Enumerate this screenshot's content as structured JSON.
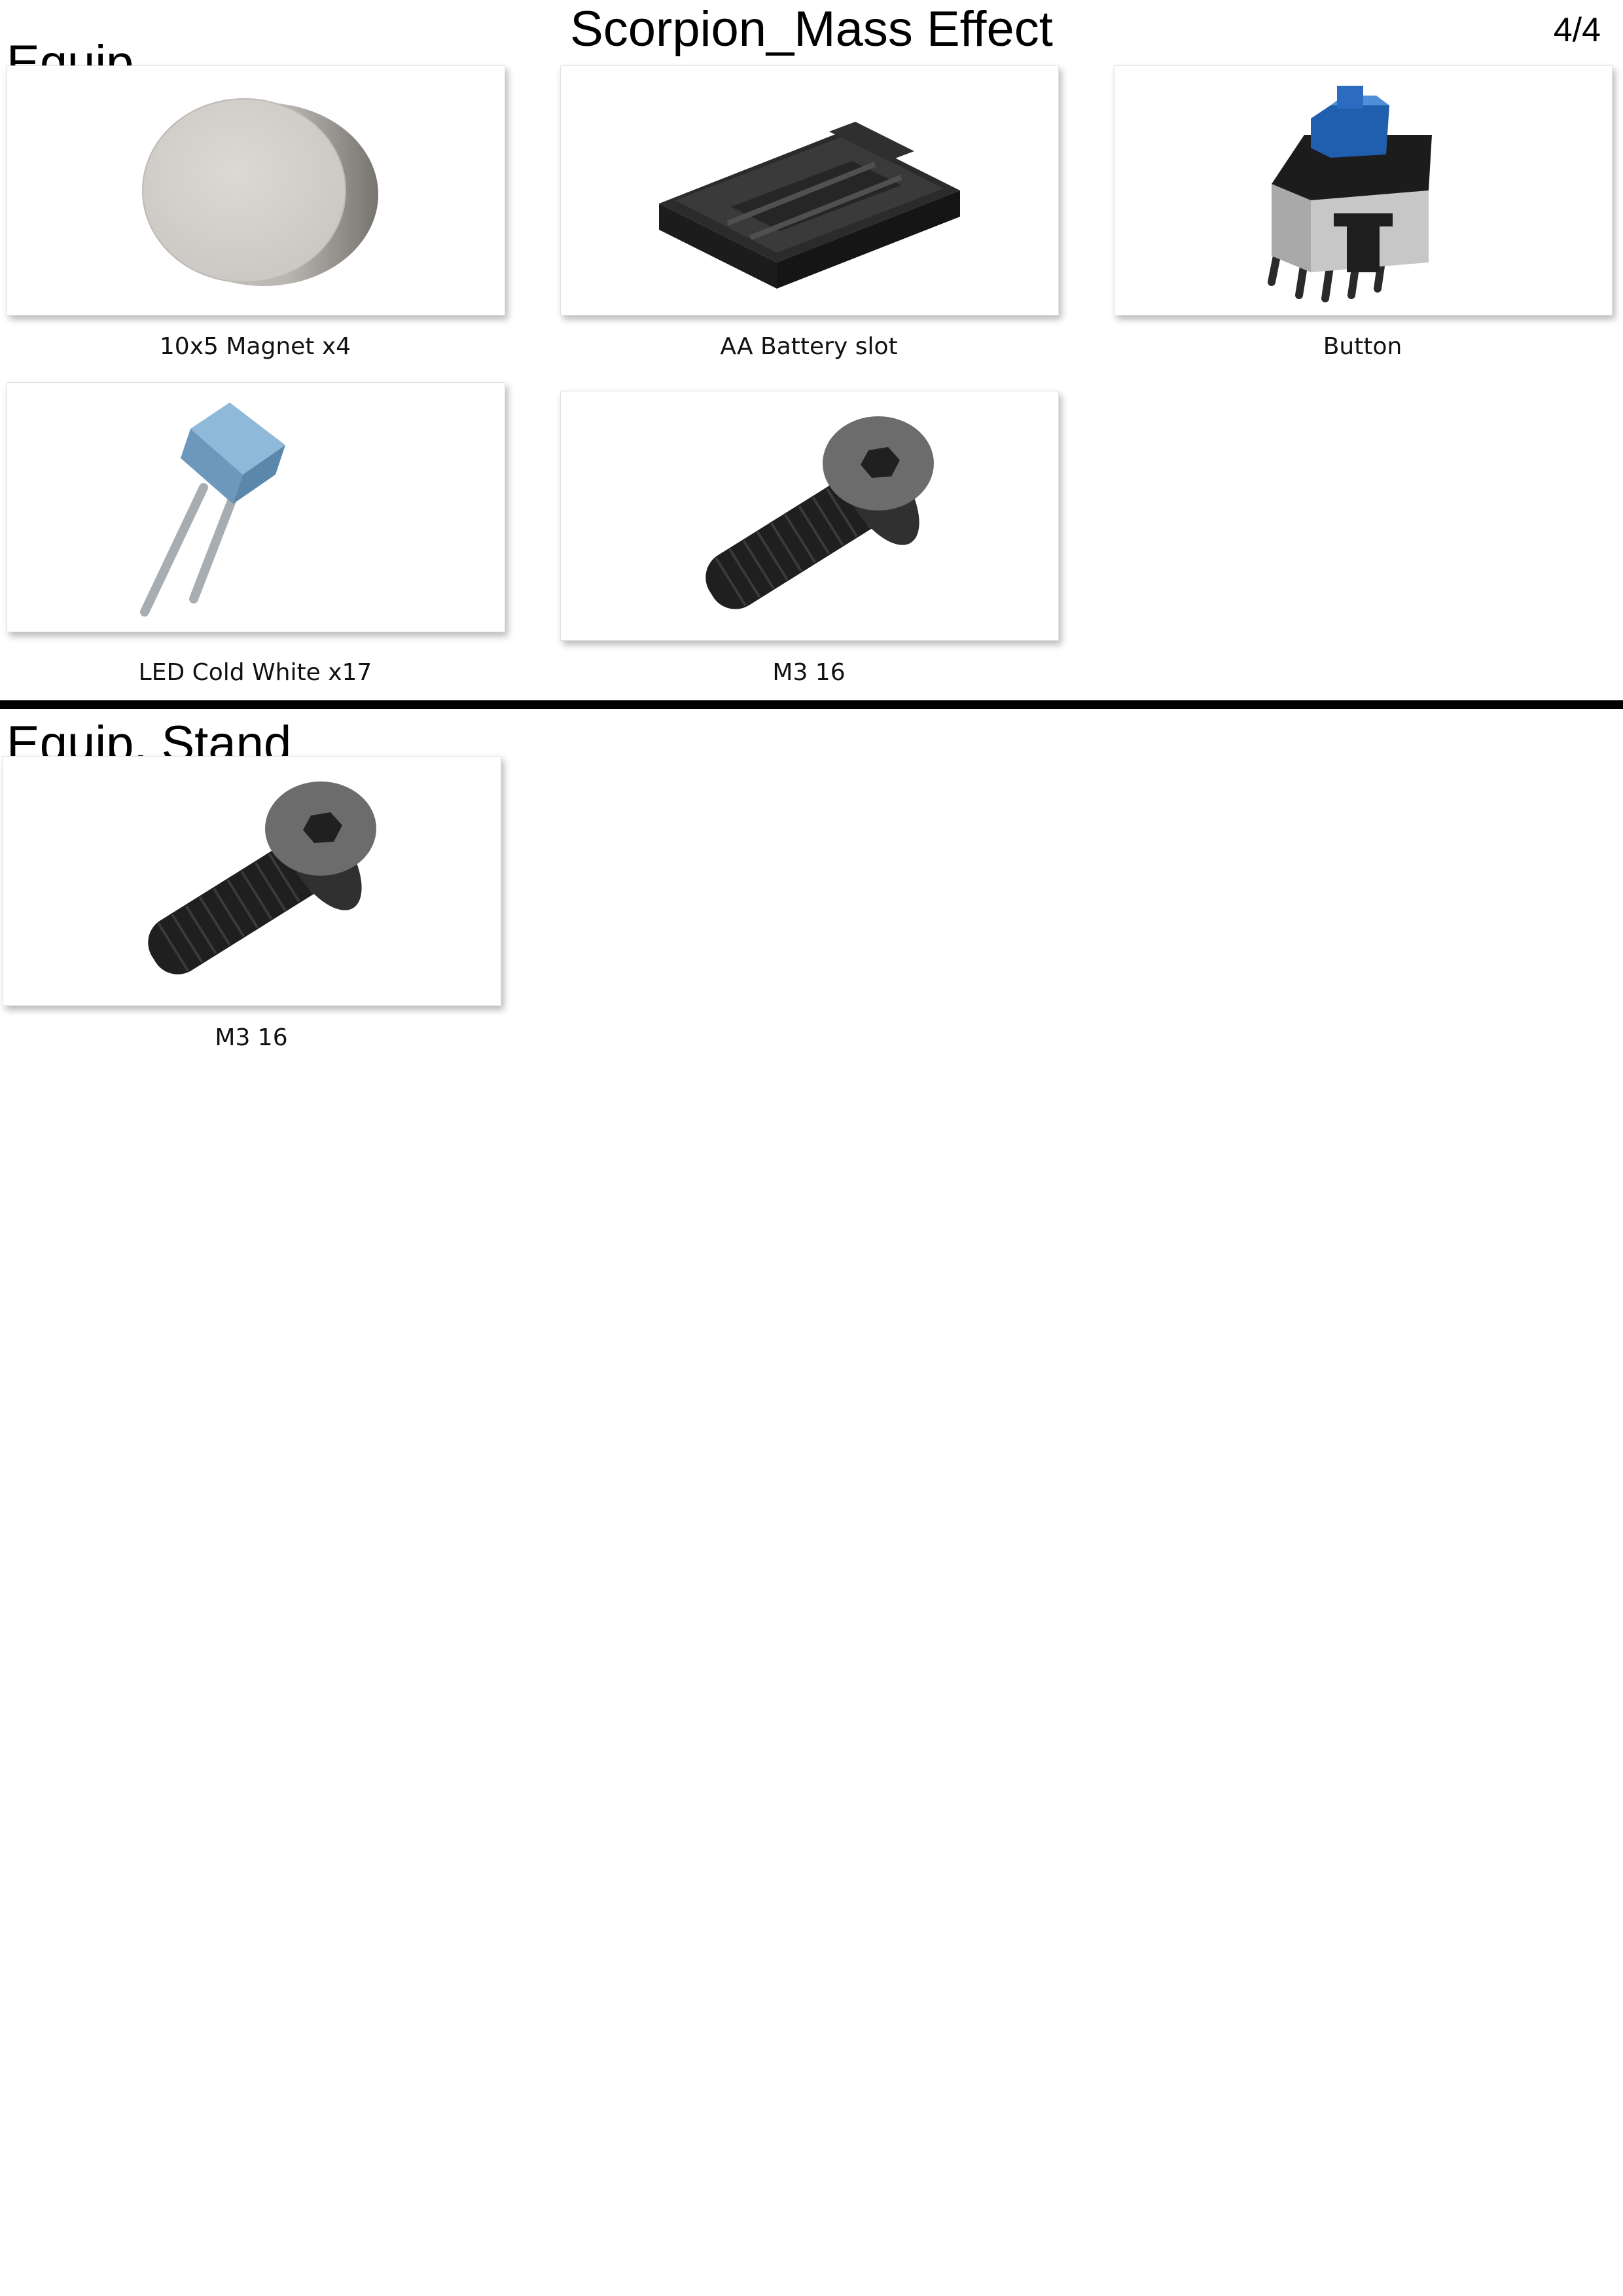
{
  "header": {
    "title": "Scorpion_Mass Effect",
    "page_number": "4/4"
  },
  "sections": [
    {
      "heading": "Equip.",
      "items": [
        {
          "label": "10x5 Magnet x4",
          "icon": "magnet-icon"
        },
        {
          "label": "AA Battery slot",
          "icon": "battery-holder-icon"
        },
        {
          "label": "Button",
          "icon": "push-button-icon"
        },
        {
          "label": "LED Cold White x17",
          "icon": "led-icon"
        },
        {
          "label": "M3 16",
          "icon": "screw-icon"
        }
      ]
    },
    {
      "heading": "Equip. Stand",
      "items": [
        {
          "label": "M3 16",
          "icon": "screw-icon"
        }
      ]
    }
  ]
}
